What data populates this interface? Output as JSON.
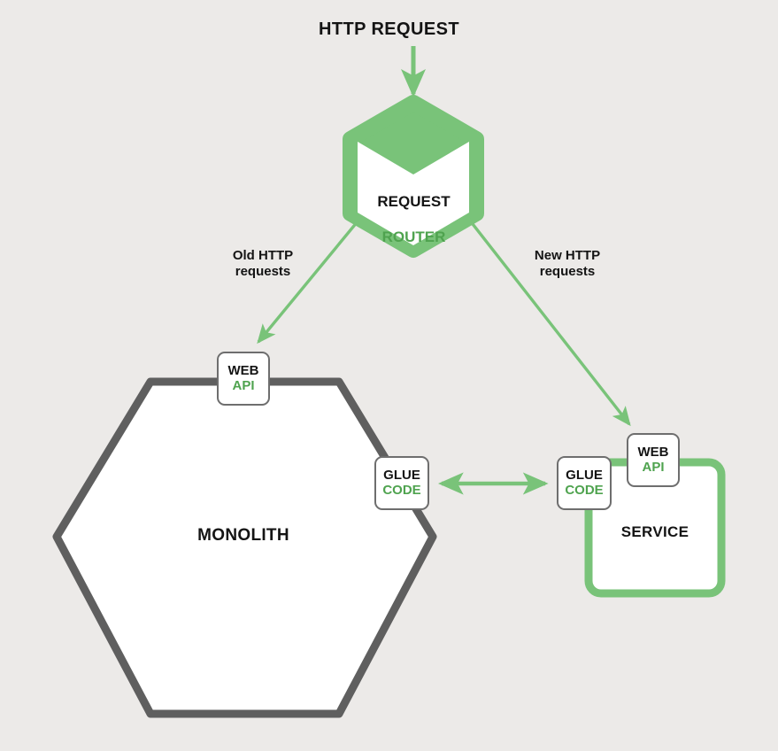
{
  "diagram": {
    "title_top": "HTTP REQUEST",
    "background_color": "#ECEAE8",
    "accent_green": "#79C379",
    "accent_green_text": "#4FA34F",
    "stroke_gray": "#5F5F5F",
    "nodes": {
      "router": {
        "line1": "REQUEST",
        "line2": "ROUTER",
        "shape": "hexagon"
      },
      "monolith": {
        "label": "MONOLITH",
        "shape": "hexagon"
      },
      "service": {
        "label": "SERVICE",
        "shape": "rounded-rect"
      },
      "web_api_monolith": {
        "line1": "WEB",
        "line2": "API"
      },
      "glue_code_monolith": {
        "line1": "GLUE",
        "line2": "CODE"
      },
      "glue_code_service": {
        "line1": "GLUE",
        "line2": "CODE"
      },
      "web_api_service": {
        "line1": "WEB",
        "line2": "API"
      }
    },
    "edges": {
      "incoming": {
        "label": ""
      },
      "old_requests": {
        "label": "Old HTTP\nrequests"
      },
      "new_requests": {
        "label": "New HTTP\nrequests"
      },
      "glue_link": {
        "label": "",
        "direction": "bidirectional"
      }
    }
  }
}
